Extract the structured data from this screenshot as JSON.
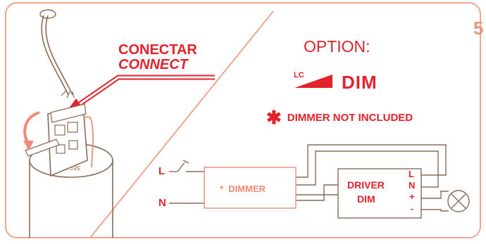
{
  "connect_label": {
    "es": "CONECTAR",
    "en": "CONNECT"
  },
  "option": {
    "title": "OPTION:",
    "protocol_small": "LC",
    "protocol": "DIM",
    "note_star": "✱",
    "note": "DIMMER NOT INCLUDED"
  },
  "wiring": {
    "line": "L",
    "neutral": "N",
    "dimmer_star": "*",
    "dimmer": "DIMMER",
    "driver_line1": "DRIVER",
    "driver_line2": "DIM",
    "terminals": [
      "L",
      "N",
      "+",
      "-"
    ]
  },
  "page_number": "5",
  "colors": {
    "accent": "#e4222b",
    "frame": "#f2a58d",
    "pale_component": "#f08a76",
    "wire": "#8a6a58"
  },
  "icons": [
    "lamp-icon",
    "switch-icon",
    "rotate-arrow-icon",
    "ladder-arrow-icon"
  ]
}
